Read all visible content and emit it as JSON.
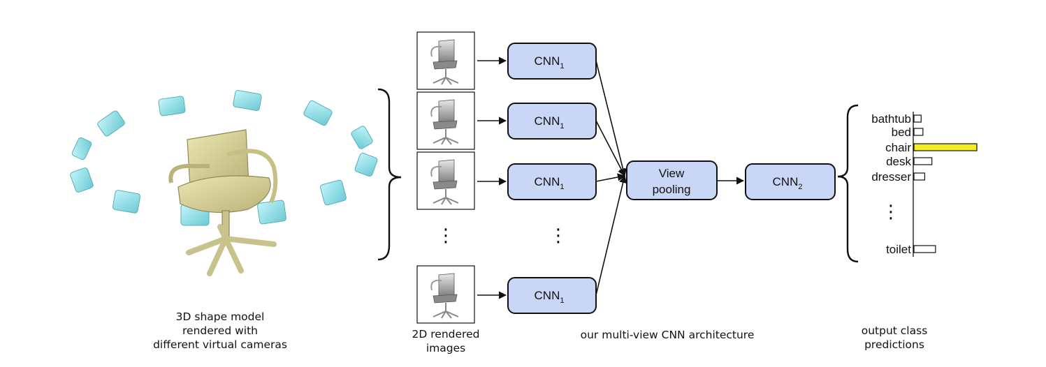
{
  "captions": {
    "shape_model": [
      "3D shape model",
      "rendered with",
      "different virtual cameras"
    ],
    "rendered_images": [
      "2D rendered",
      "images"
    ],
    "architecture": "our multi-view CNN architecture",
    "output": [
      "output class",
      "predictions"
    ]
  },
  "cnn1": {
    "label": "CNN",
    "subscript": "1"
  },
  "cnn2": {
    "label": "CNN",
    "subscript": "2"
  },
  "view_pooling": [
    "View",
    "pooling"
  ],
  "ellipsis": "⋮",
  "chart_data": {
    "type": "bar",
    "orientation": "horizontal",
    "categories": [
      "bathtub",
      "bed",
      "chair",
      "desk",
      "dresser",
      "toilet"
    ],
    "values": [
      0.04,
      0.05,
      0.35,
      0.1,
      0.06,
      0.12
    ],
    "highlight": "chair",
    "highlight_color": "#f5ee1e",
    "ellipsis": "⋮"
  },
  "colors": {
    "box_fill": "#c9d6f5",
    "box_stroke": "#111111",
    "camera": "#8fe3ec",
    "chair": "#d9d39a"
  }
}
